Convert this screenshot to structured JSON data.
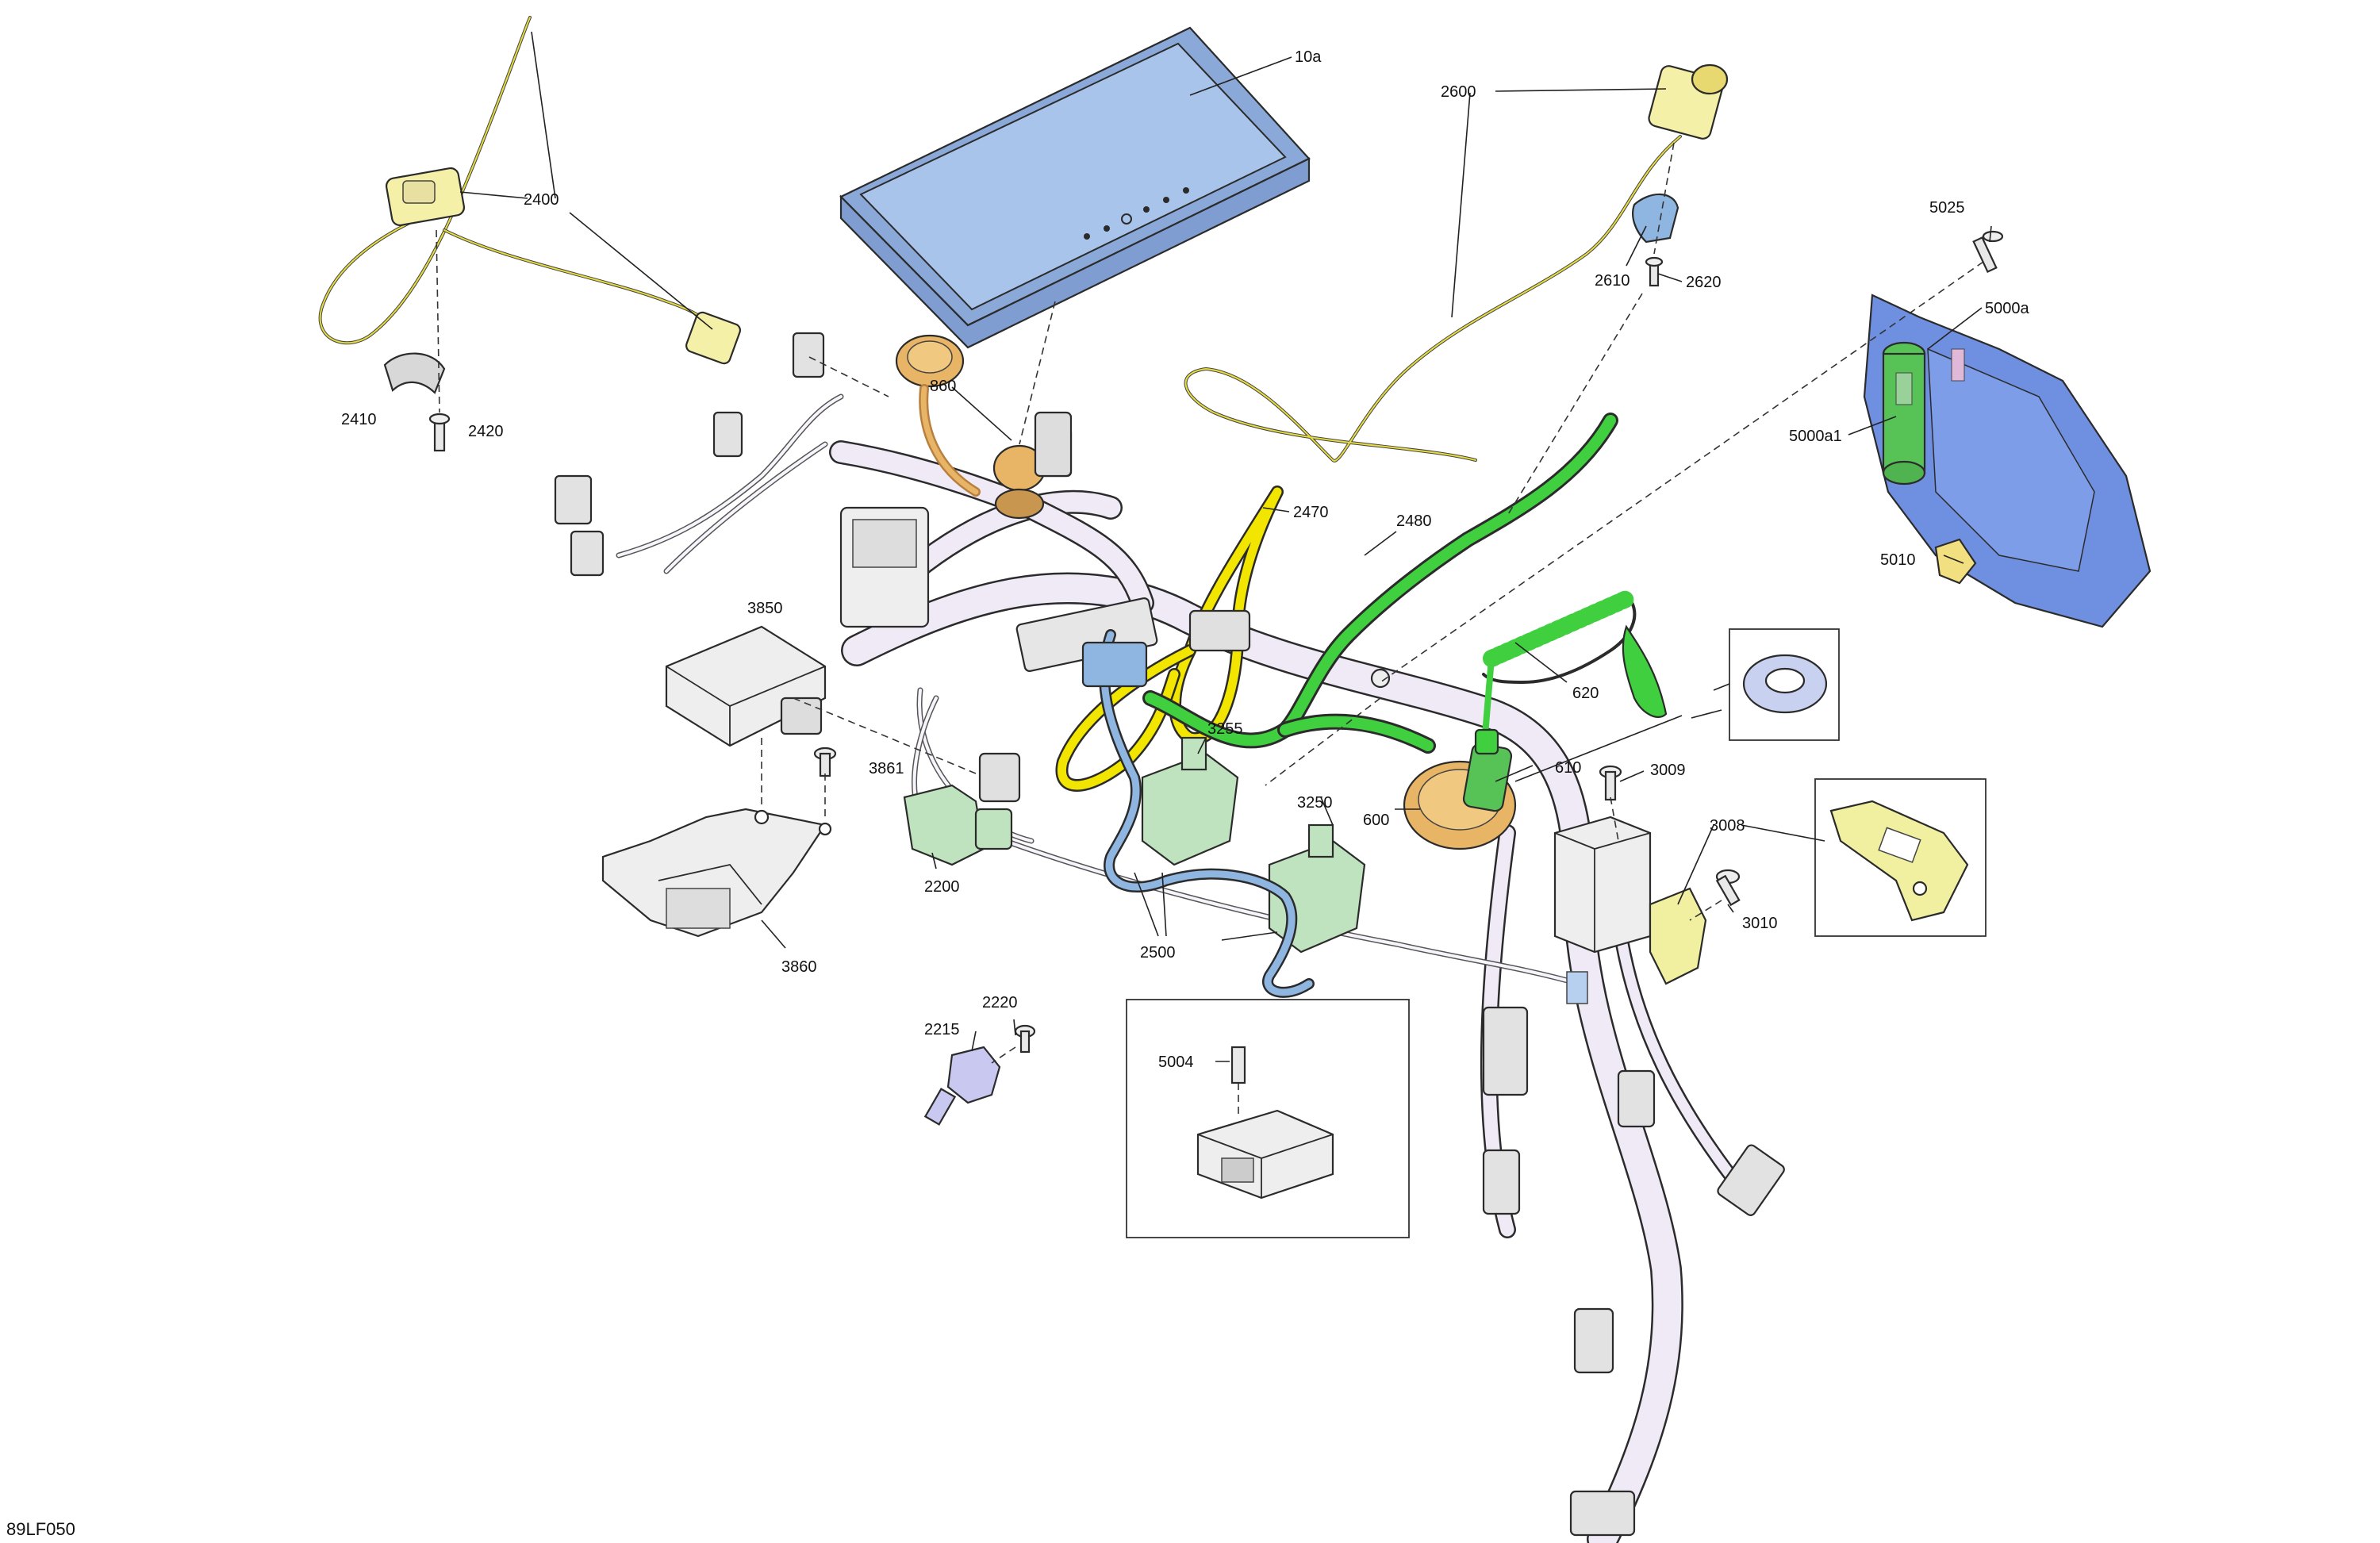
{
  "labels": {
    "p10a": "10a",
    "p2400": "2400",
    "p2410": "2410",
    "p2420": "2420",
    "p860": "860",
    "p2600": "2600",
    "p2610": "2610",
    "p2620": "2620",
    "p5025": "5025",
    "p5000a": "5000a",
    "p5000a1": "5000a1",
    "p5010": "5010",
    "p2470": "2470",
    "p2480": "2480",
    "p620": "620",
    "p3850": "3850",
    "p3861": "3861",
    "p3255": "3255",
    "p610": "610",
    "p3009": "3009",
    "p600": "600",
    "p3250": "3250",
    "p3008": "3008",
    "p3010": "3010",
    "p2200": "2200",
    "p2500": "2500",
    "p3860": "3860",
    "p2220": "2220",
    "p2215": "2215",
    "p5004": "5004"
  },
  "figure_code": "89LF050",
  "colors": {
    "display_blue": "#a9c4ea",
    "harness_lavender": "#efeaf6",
    "connector_yellow": "#f5f0a8",
    "wire_yellow": "#f2e600",
    "wire_green": "#3fcf3f",
    "connector_green": "#bfe3bf",
    "connector_blue": "#8fb6e0",
    "module_blue": "#6f8fe0",
    "socket_orange": "#e8b466",
    "bracket_yellow": "#f0f0a0",
    "part_gray": "#eeeeee"
  }
}
